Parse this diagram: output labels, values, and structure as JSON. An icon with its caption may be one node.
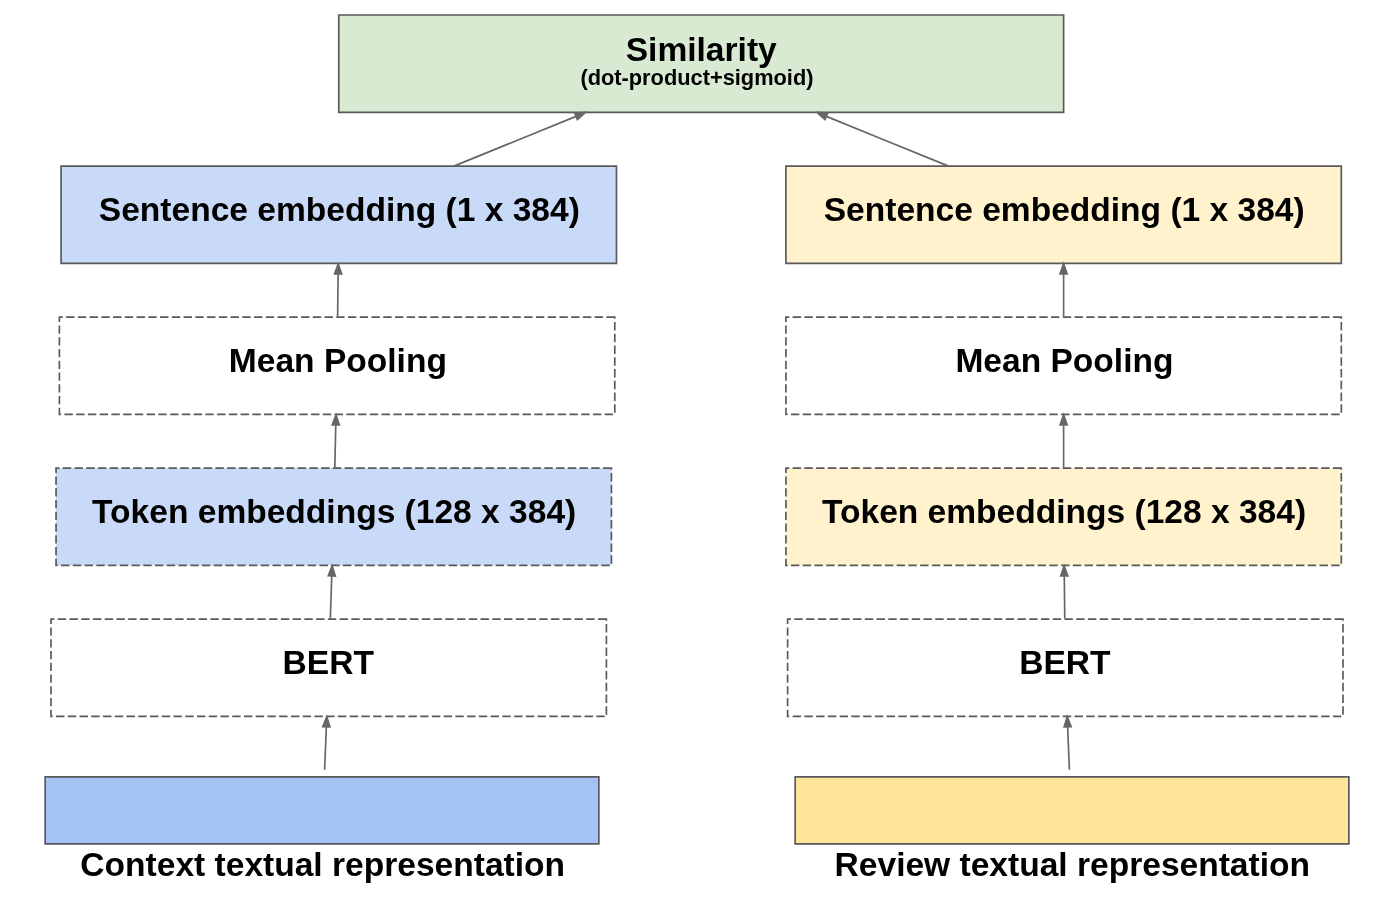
{
  "diagram": {
    "nodes": [
      {
        "text": [
          "Similarity",
          "(dot-product+sigmoid)"
        ]
      },
      {
        "text": [
          "Sentence embedding (1 x 384)"
        ]
      },
      {
        "text": [
          "Mean Pooling"
        ]
      },
      {
        "text": [
          "Token embeddings (128 x 384)"
        ]
      },
      {
        "text": [
          "BERT"
        ]
      },
      {
        "text": [],
        "shape": "box",
        "beside": [
          "Context textual representation"
        ]
      },
      {
        "text": [
          "Sentence embedding (1 x 384)"
        ]
      },
      {
        "text": [
          "Mean Pooling"
        ]
      },
      {
        "text": [
          "Token embeddings (128 x 384)"
        ]
      },
      {
        "text": [
          "BERT"
        ]
      },
      {
        "text": [],
        "shape": "box",
        "beside": [
          "Review textual representation"
        ]
      }
    ],
    "edges": [
      {
        "from": 1,
        "to": 0,
        "arrow": "to"
      },
      {
        "from": 6,
        "to": 0,
        "arrow": "to"
      },
      {
        "from": 2,
        "to": 1,
        "arrow": "to"
      },
      {
        "from": 3,
        "to": 2,
        "arrow": "to"
      },
      {
        "from": 4,
        "to": 3,
        "arrow": "to"
      },
      {
        "from": 5,
        "to": 4,
        "arrow": "to"
      },
      {
        "from": 7,
        "to": 6,
        "arrow": "to"
      },
      {
        "from": 8,
        "to": 7,
        "arrow": "to"
      },
      {
        "from": 9,
        "to": 8,
        "arrow": "to"
      },
      {
        "from": 10,
        "to": 9,
        "arrow": "to"
      }
    ]
  }
}
